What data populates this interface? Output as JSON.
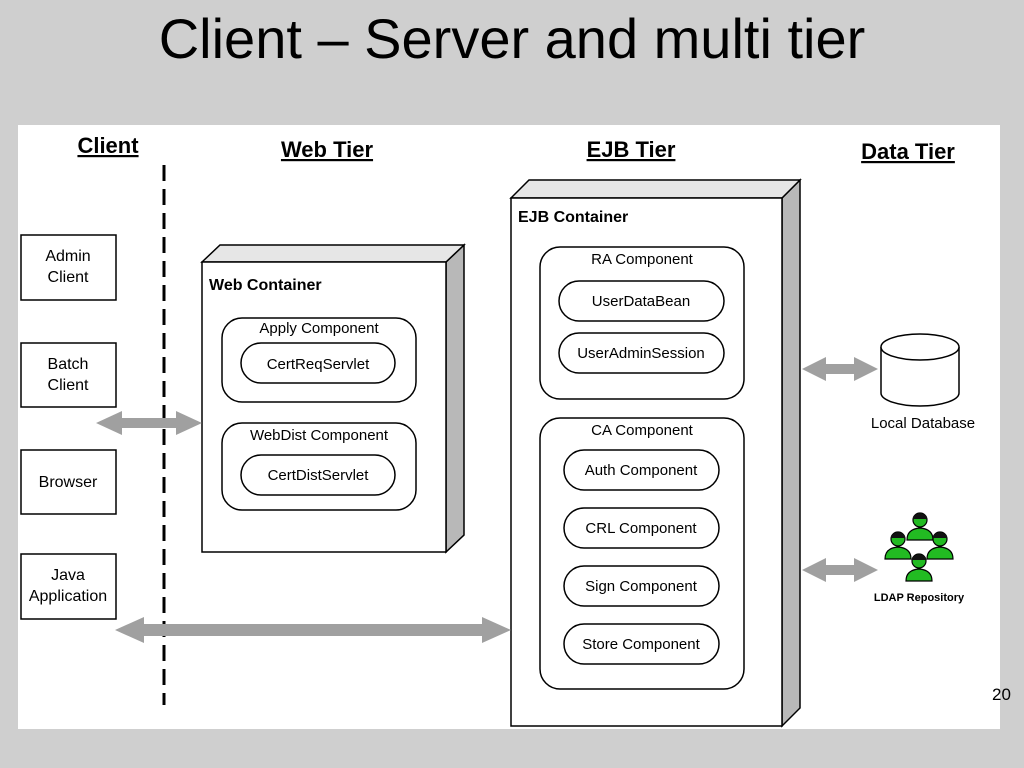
{
  "slide": {
    "title": "Client – Server and multi tier",
    "page_number": "20"
  },
  "tiers": {
    "client": "Client",
    "web": "Web Tier",
    "ejb": "EJB Tier",
    "data": "Data Tier"
  },
  "clients": [
    {
      "lines": [
        "Admin",
        "Client"
      ]
    },
    {
      "lines": [
        "Batch",
        "Client"
      ]
    },
    {
      "lines": [
        "Browser"
      ]
    },
    {
      "lines": [
        "Java",
        "Application"
      ]
    }
  ],
  "web_container": {
    "title": "Web Container",
    "components": [
      {
        "name": "Apply Component",
        "item": "CertReqServlet"
      },
      {
        "name": "WebDist Component",
        "item": "CertDistServlet"
      }
    ]
  },
  "ejb_container": {
    "title": "EJB Container",
    "ra_component": {
      "name": "RA Component",
      "items": [
        "UserDataBean",
        "UserAdminSession"
      ]
    },
    "ca_component": {
      "name": "CA Component",
      "items": [
        "Auth Component",
        "CRL Component",
        "Sign Component",
        "Store Component"
      ]
    }
  },
  "data_tier": {
    "database_label": "Local Database",
    "ldap_label": "LDAP Repository"
  },
  "colors": {
    "arrow": "#a0a0a0",
    "box_side": "#b8b8b8",
    "users": "#22bb22"
  }
}
